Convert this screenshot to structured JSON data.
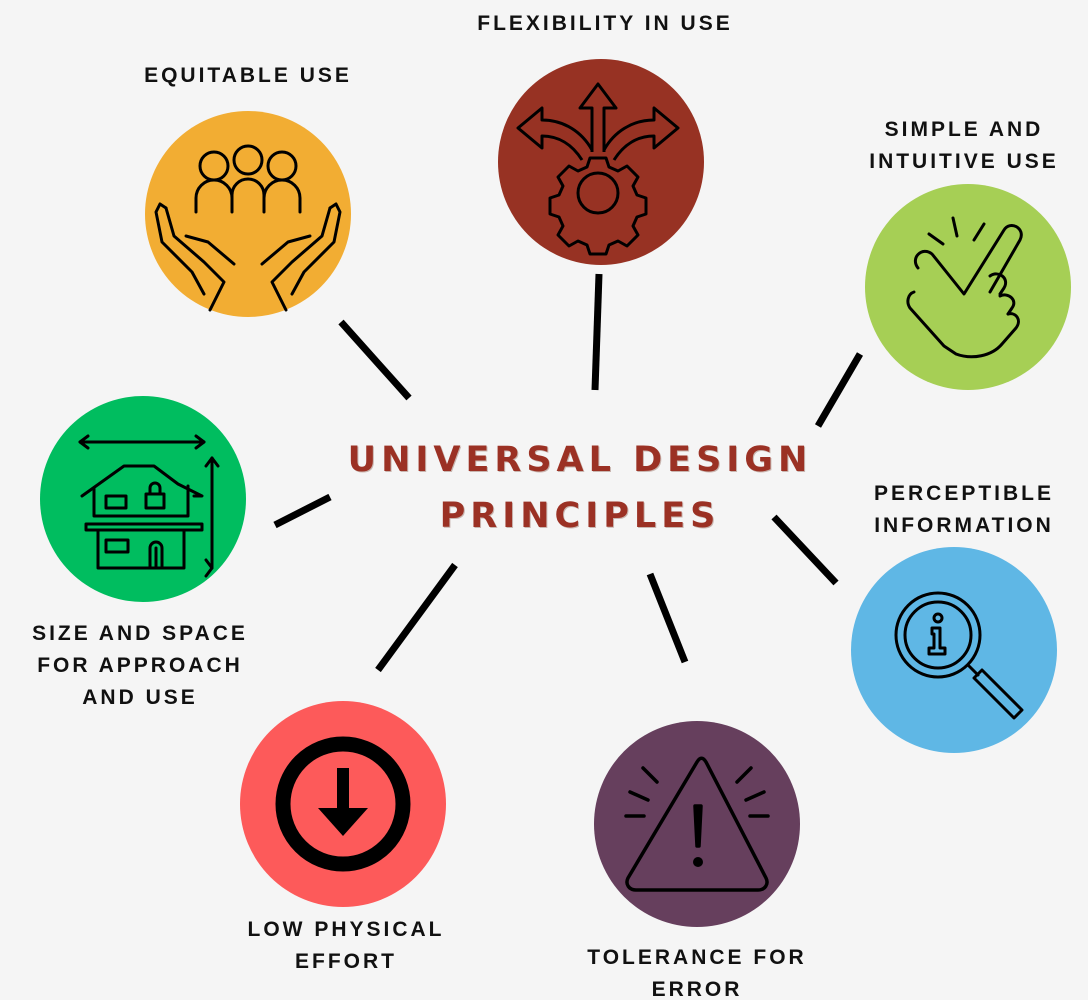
{
  "title": "UNIVERSAL DESIGN\nPRINCIPLES",
  "colors": {
    "background": "#f5f5f5",
    "title": "#9b3124",
    "label_text": "#111111",
    "connector": "#000000",
    "icon_stroke": "#000000"
  },
  "principles": [
    {
      "label": "EQUITABLE USE",
      "color": "#f2ad33",
      "icon": "people-in-hands-icon"
    },
    {
      "label": "FLEXIBILITY IN USE",
      "color": "#973223",
      "icon": "gear-arrows-icon"
    },
    {
      "label": "SIMPLE AND\nINTUITIVE USE",
      "color": "#a6cf55",
      "icon": "pointing-hand-check-icon"
    },
    {
      "label": "PERCEPTIBLE\nINFORMATION",
      "color": "#5fb7e5",
      "icon": "magnifier-info-icon"
    },
    {
      "label": "TOLERANCE FOR\nERROR",
      "color": "#663f5d",
      "icon": "warning-triangle-icon"
    },
    {
      "label": "LOW PHYSICAL\nEFFORT",
      "color": "#fd5a5a",
      "icon": "down-arrow-circle-icon"
    },
    {
      "label": "SIZE AND SPACE\nFOR APPROACH\nAND USE",
      "color": "#00bd5f",
      "icon": "house-dimensions-icon"
    }
  ]
}
